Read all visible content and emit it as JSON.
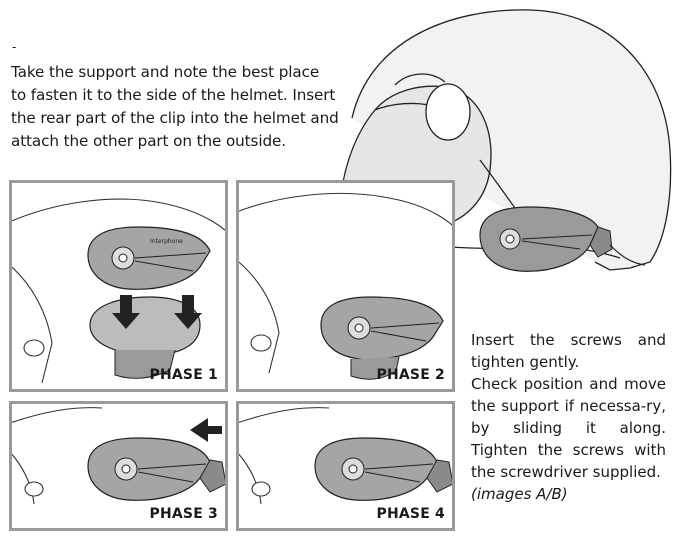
{
  "intro": {
    "marker": "-",
    "lines": [
      "Take the support and note the best place",
      "to fasten it to the side of the helmet. Insert",
      "the rear part of the clip into the helmet and",
      "attach the other part on the outside."
    ]
  },
  "brand": "Interphone",
  "phases": [
    {
      "label": "PHASE 1"
    },
    {
      "label": "PHASE 2"
    },
    {
      "label": "PHASE 3"
    },
    {
      "label": "PHASE 4"
    }
  ],
  "side_text": {
    "paragraph1": "Insert the screws and tighten gently.",
    "paragraph2": "Check position and move the support if necessa-ry, by sliding it along. Tighten the screws with the screwdriver supplied.",
    "images_note": "(images A/B)"
  }
}
